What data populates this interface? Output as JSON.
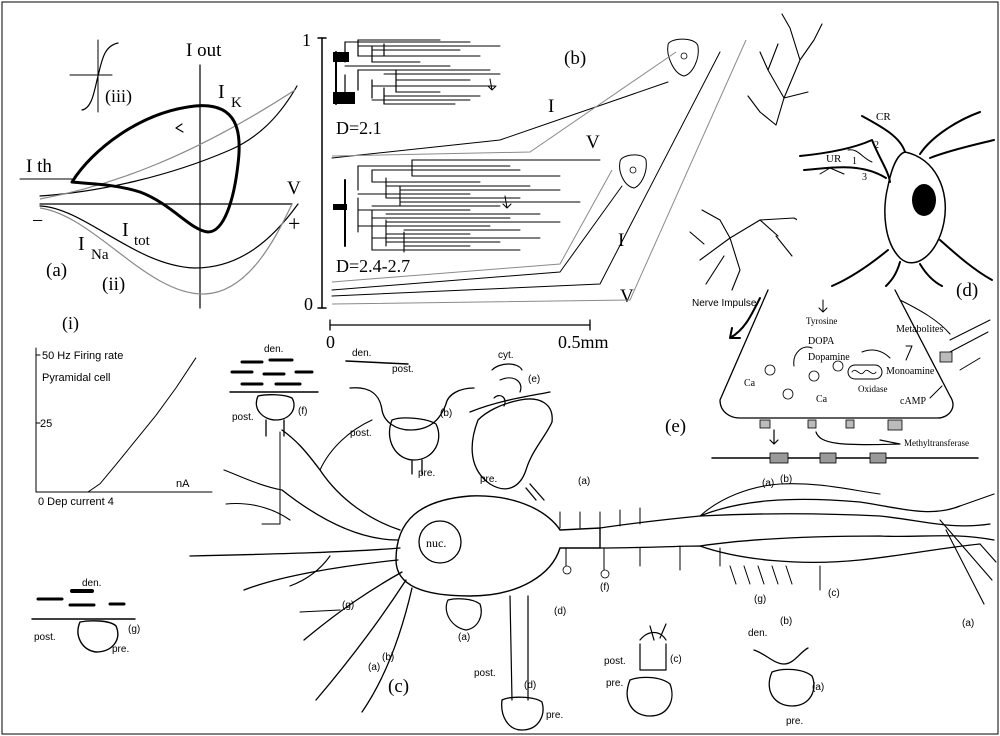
{
  "panel_a": {
    "label": "(a)",
    "i_out": "I out",
    "i_k": "I",
    "i_k_sub": "K",
    "i_th": "I th",
    "v": "V",
    "minus": "−",
    "plus": "+",
    "i_na": "I",
    "i_na_sub": "Na",
    "i_tot": "I",
    "i_tot_sub": "tot",
    "ii": "(ii)",
    "iii": "(iii)"
  },
  "panel_i": {
    "label": "(i)",
    "rate_label": "50 Hz Firing rate",
    "cell_label": "Pyramidal cell",
    "tick_25": "25",
    "na": "nA",
    "x_label": "0  Dep current 4",
    "chart_data": {
      "type": "line",
      "title": "",
      "xlabel": "Dep current",
      "ylabel": "Firing rate",
      "x_unit": "nA",
      "y_unit": "Hz",
      "xlim": [
        0,
        4
      ],
      "ylim": [
        0,
        50
      ],
      "series": [
        {
          "x": [
            0,
            1.3,
            1.6,
            2.0,
            2.5,
            3.0,
            3.5,
            4.0
          ],
          "y": [
            0,
            0,
            3,
            10,
            19,
            28,
            38,
            49
          ]
        }
      ]
    }
  },
  "panel_b": {
    "label": "(b)",
    "y_top": "1",
    "y_bottom": "0",
    "x_zero": "0",
    "x_end": "0.5mm",
    "d1": "D=2.1",
    "d2": "D=2.4-2.7",
    "i1": "I",
    "v1": "V",
    "i2": "I",
    "v2": "V"
  },
  "panel_d": {
    "label": "(d)",
    "cr": "CR",
    "ur": "UR",
    "n1": "1",
    "n2": "2",
    "n3": "3"
  },
  "panel_e": {
    "label": "(e)",
    "nerve": "Nerve Impulse",
    "tyrosine": "Tyrosine",
    "dopa": "DOPA",
    "dopamine": "Dopamine",
    "monoamine": "Monoamine",
    "oxidase": "Oxidase",
    "metabolites": "Metabolites",
    "ca1": "Ca",
    "ca2": "Ca",
    "camp": "cAMP",
    "methyl": "Methyltransferase"
  },
  "panel_c": {
    "label": "(c)",
    "nuc": "nuc.",
    "den_top": "den.",
    "post_top": "post.",
    "cyt": "cyt.",
    "e": "(e)",
    "b_top": "(b)",
    "post_b": "post.",
    "pre_b": "pre.",
    "pre_e": "pre.",
    "den_f": "den.",
    "post_f": "post.",
    "f": "(f)",
    "a_mid": "(a)",
    "a_right": "(a)",
    "b_right": "(b)",
    "f_low": "(f)",
    "d_low": "(d)",
    "g_left": "(g)",
    "a_low": "(a)",
    "b_low": "(b)",
    "a_soma": "(a)",
    "g_right": "(g)",
    "c_right": "(c)",
    "a_far": "(a)",
    "den_g": "den.",
    "post_g": "post.",
    "pre_g": "pre.",
    "g": "(g)",
    "post_d": "post.",
    "d": "(d)",
    "pre_d": "pre.",
    "post_c": "post.",
    "c": "(c)",
    "pre_c": "pre.",
    "den_a": "den.",
    "b_a": "(b)",
    "a": "(a)",
    "pre_a": "pre."
  }
}
